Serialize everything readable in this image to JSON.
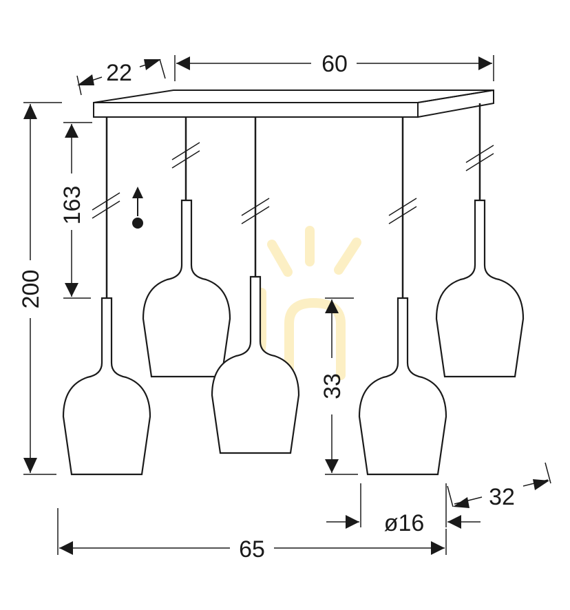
{
  "diagram": {
    "dimensions": {
      "depth_top": "22",
      "width_top": "60",
      "height_total": "200",
      "cord_length": "163",
      "shade_height": "33",
      "shade_diameter": "ø16",
      "depth_bottom": "32",
      "width_bottom": "65"
    },
    "colors": {
      "ink": "#1a1a1a",
      "watermark": "#fbe9b0",
      "background": "#ffffff"
    },
    "icons": [
      "up-arrow-dot-icon"
    ]
  }
}
